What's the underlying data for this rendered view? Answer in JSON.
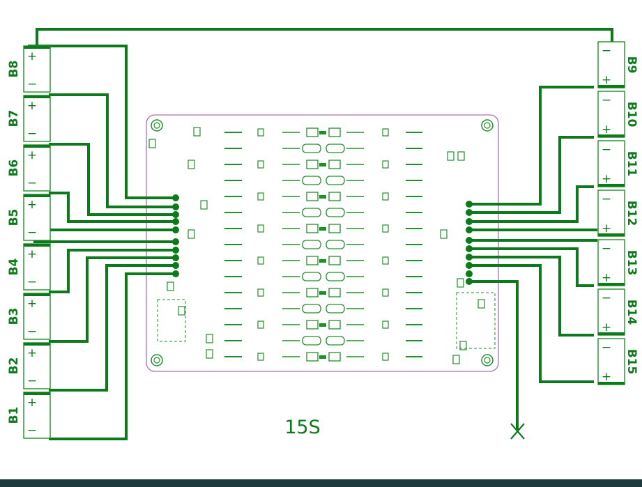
{
  "title": "15S",
  "colors": {
    "trace": "#0c7a1a",
    "board_outline": "#b070b8",
    "component": "#1f8f2a",
    "background": "#ffffff",
    "footer": "#1e3a3d"
  },
  "left_cells": [
    "B8",
    "B7",
    "B6",
    "B5",
    "B4",
    "B3",
    "B2",
    "B1"
  ],
  "right_cells": [
    "B9",
    "B10",
    "B11",
    "B12",
    "B13",
    "B14",
    "B15"
  ],
  "terminal_signs": {
    "plus": "+",
    "minus": "−"
  },
  "icons": {
    "ground_mark": "cross-icon",
    "mounting_hole": "circle-icon"
  }
}
